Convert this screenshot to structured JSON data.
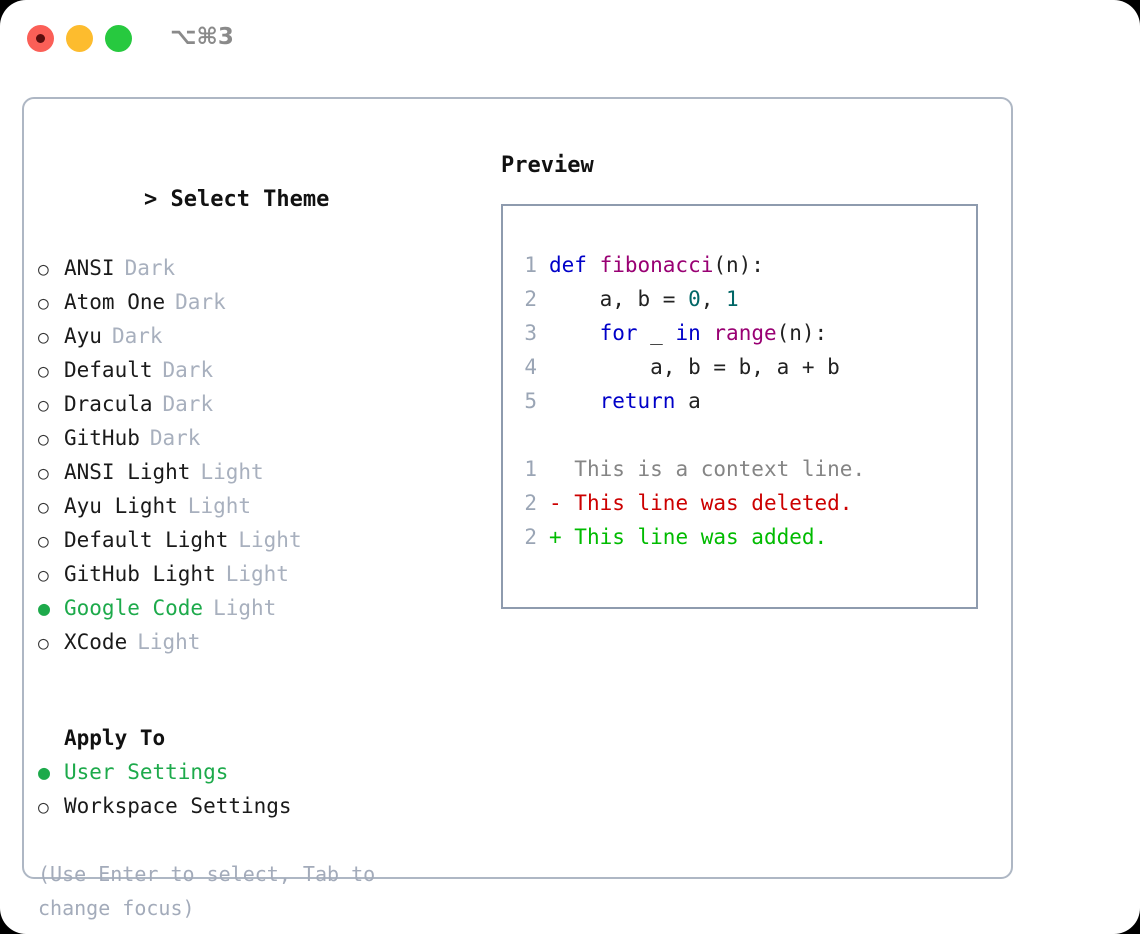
{
  "titlebar": {
    "shortcut": "⌥⌘3",
    "buttons": [
      {
        "name": "close",
        "color": "#FB5F57"
      },
      {
        "name": "minimize",
        "color": "#FDBC2E"
      },
      {
        "name": "maximize",
        "color": "#27C93F"
      }
    ]
  },
  "theme_panel": {
    "heading": "Select Theme",
    "heading_marker": "> ",
    "bullet_off": "○",
    "bullet_on": "●",
    "items": [
      {
        "name": "ANSI",
        "kind": "Dark",
        "selected": false
      },
      {
        "name": "Atom One",
        "kind": "Dark",
        "selected": false
      },
      {
        "name": "Ayu",
        "kind": "Dark",
        "selected": false
      },
      {
        "name": "Default",
        "kind": "Dark",
        "selected": false
      },
      {
        "name": "Dracula",
        "kind": "Dark",
        "selected": false
      },
      {
        "name": "GitHub",
        "kind": "Dark",
        "selected": false
      },
      {
        "name": "ANSI Light",
        "kind": "Light",
        "selected": false
      },
      {
        "name": "Ayu Light",
        "kind": "Light",
        "selected": false
      },
      {
        "name": "Default Light",
        "kind": "Light",
        "selected": false
      },
      {
        "name": "GitHub Light",
        "kind": "Light",
        "selected": false
      },
      {
        "name": "Google Code",
        "kind": "Light",
        "selected": true
      },
      {
        "name": "XCode",
        "kind": "Light",
        "selected": false
      }
    ]
  },
  "apply_to": {
    "heading": "Apply To",
    "items": [
      {
        "name": "User Settings",
        "selected": true
      },
      {
        "name": "Workspace Settings",
        "selected": false
      }
    ]
  },
  "hint": "(Use Enter to select, Tab to change focus)",
  "preview": {
    "heading": "Preview",
    "code_lines": [
      {
        "no": "1",
        "tokens": [
          {
            "t": "def ",
            "c": "kw"
          },
          {
            "t": "fibonacci",
            "c": "fn"
          },
          {
            "t": "(n):",
            "c": "pun"
          }
        ]
      },
      {
        "no": "2",
        "tokens": [
          {
            "t": "    a, b = ",
            "c": "txt"
          },
          {
            "t": "0",
            "c": "num"
          },
          {
            "t": ", ",
            "c": "pun"
          },
          {
            "t": "1",
            "c": "num"
          }
        ]
      },
      {
        "no": "3",
        "tokens": [
          {
            "t": "    ",
            "c": "txt"
          },
          {
            "t": "for",
            "c": "kw"
          },
          {
            "t": " _ ",
            "c": "txt"
          },
          {
            "t": "in",
            "c": "kw"
          },
          {
            "t": " ",
            "c": "txt"
          },
          {
            "t": "range",
            "c": "fn"
          },
          {
            "t": "(n):",
            "c": "pun"
          }
        ]
      },
      {
        "no": "4",
        "tokens": [
          {
            "t": "        a, b = b, a + b",
            "c": "txt"
          }
        ]
      },
      {
        "no": "5",
        "tokens": [
          {
            "t": "    ",
            "c": "txt"
          },
          {
            "t": "return",
            "c": "kw"
          },
          {
            "t": " a",
            "c": "txt"
          }
        ]
      }
    ],
    "diff_lines": [
      {
        "no": "1",
        "marker": "  ",
        "text": "This is a context line.",
        "kind": "ctx"
      },
      {
        "no": "2",
        "marker": "- ",
        "text": "This line was deleted.",
        "kind": "del"
      },
      {
        "no": "2",
        "marker": "+ ",
        "text": "This line was added.",
        "kind": "add"
      }
    ]
  },
  "colors": {
    "accent_green": "#1DAA4B",
    "muted_gray": "#A8B0BE",
    "border": "#AEB7C4",
    "preview_border": "#8E9BAE",
    "keyword": "#0000C8",
    "function": "#990073",
    "number": "#006666",
    "diff_delete": "#CC0000",
    "diff_add": "#00BB00",
    "diff_context": "#858585"
  }
}
